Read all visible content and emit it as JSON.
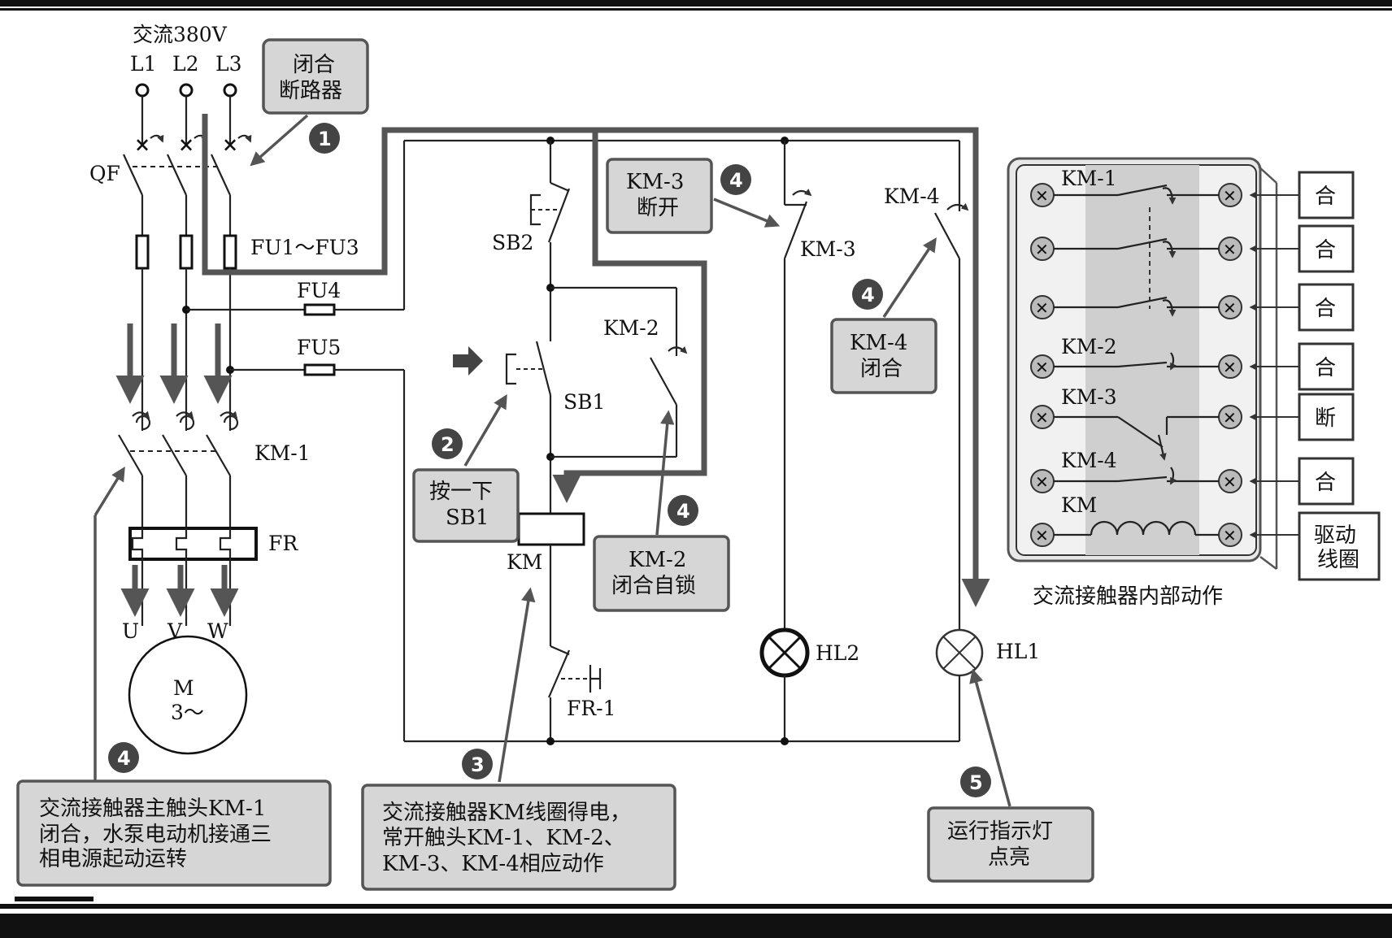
{
  "supply": {
    "title": "交流380V",
    "phases": [
      "L1",
      "L2",
      "L3"
    ]
  },
  "labels": {
    "qf": "QF",
    "fu1_fu3": "FU1～FU3",
    "fu4": "FU4",
    "fu5": "FU5",
    "km1_main": "KM-1",
    "fr": "FR",
    "u": "U",
    "v": "V",
    "w": "W",
    "motor": [
      "M",
      "3～"
    ],
    "sb2": "SB2",
    "sb1": "SB1",
    "km2": "KM-2",
    "km_coil": "KM",
    "fr1": "FR-1",
    "km3": "KM-3",
    "km4": "KM-4",
    "hl2": "HL2",
    "hl1": "HL1"
  },
  "callouts": [
    {
      "step": "1",
      "lines": [
        "闭合",
        "断路器"
      ]
    },
    {
      "step": "2",
      "lines": [
        "按一下",
        "SB1"
      ]
    },
    {
      "step": "3",
      "lines": [
        "交流接触器KM线圈得电，",
        "常开触头KM-1、KM-2、",
        "KM-3、KM-4相应动作"
      ]
    },
    {
      "step": "4",
      "lines": [
        "KM-3",
        "断开"
      ]
    },
    {
      "step": "4",
      "lines": [
        "KM-4",
        "闭合"
      ]
    },
    {
      "step": "4",
      "lines": [
        "KM-2",
        "闭合自锁"
      ]
    },
    {
      "step": "4",
      "lines": [
        "交流接触器主触头KM-1",
        "闭合，水泵电动机接通三",
        "相电源起动运转"
      ]
    },
    {
      "step": "5",
      "lines": [
        "运行指示灯",
        "点亮"
      ]
    }
  ],
  "contactor": {
    "caption": "交流接触器内部动作",
    "rows": [
      {
        "label": "KM-1",
        "state": "合"
      },
      {
        "label": "",
        "state": "合"
      },
      {
        "label": "",
        "state": "合"
      },
      {
        "label": "KM-2",
        "state": "合"
      },
      {
        "label": "KM-3",
        "state": "断"
      },
      {
        "label": "KM-4",
        "state": "合"
      },
      {
        "label": "KM",
        "state": "驱动线圈"
      }
    ]
  }
}
